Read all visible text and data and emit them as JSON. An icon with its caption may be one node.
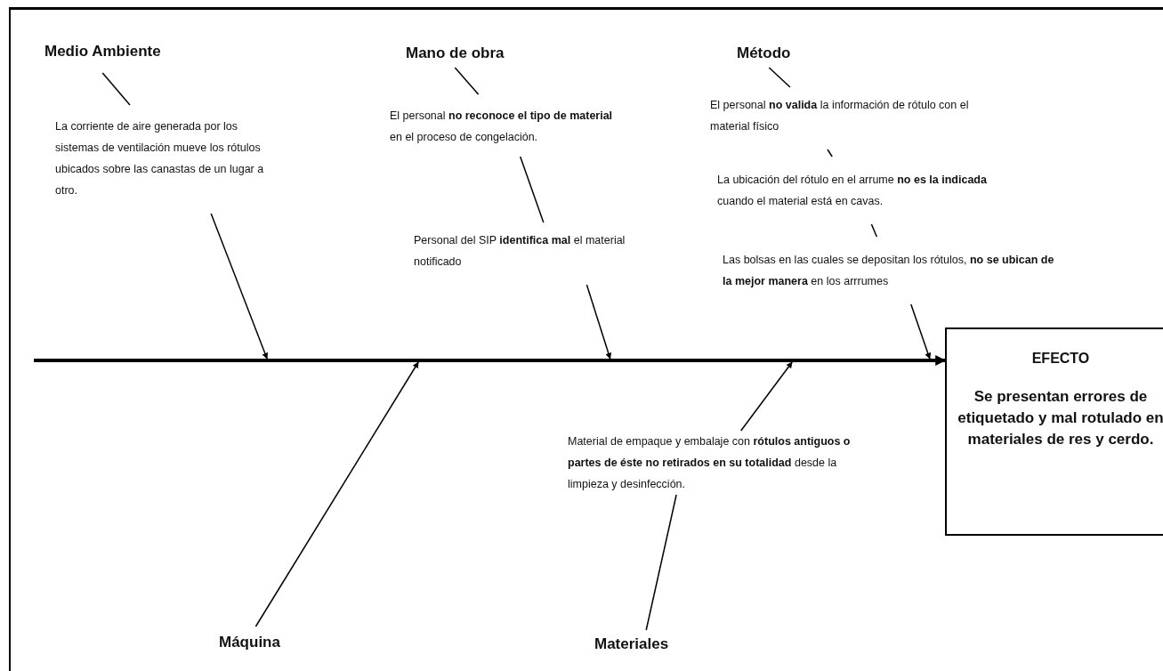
{
  "diagram": {
    "nodes": [
      {
        "text": [
          "Medio Ambiente"
        ]
      },
      {
        "text": [
          "La corriente de aire generada por los sistemas de ventilación mueve los rótulos ubicados sobre las canastas de un lugar a otro."
        ]
      },
      {
        "text": [
          "Mano de obra"
        ]
      },
      {
        "text": [
          "El personal **no reconoce el tipo de material** en el proceso de congelación."
        ]
      },
      {
        "text": [
          "Personal del SIP **identifica mal** el material notificado"
        ]
      },
      {
        "text": [
          "Método"
        ]
      },
      {
        "text": [
          "El personal **no valida** la información de rótulo con el material físico"
        ]
      },
      {
        "text": [
          "La ubicación del rótulo en el arrume **no es la indicada** cuando el material está en cavas."
        ]
      },
      {
        "text": [
          "Las bolsas en las cuales se depositan los rótulos, **no se ubican de la mejor manera** en los arrrumes"
        ]
      },
      {
        "text": [
          "Máquina"
        ]
      },
      {
        "text": [
          "Material de empaque y embalaje con **rótulos antiguos o partes de éste no retirados en su totalidad** desde la limpieza y desinfección."
        ]
      },
      {
        "text": [
          "Materiales"
        ]
      },
      {
        "text": [],
        "shape": "bar"
      },
      {
        "text": [
          "EFECTO",
          "Se presentan errores de etiquetado y mal rotulado en materiales de res y cerdo."
        ]
      }
    ],
    "edges": [
      {
        "from": 0,
        "to": 1,
        "arrow": "none"
      },
      {
        "from": 1,
        "to": 12,
        "arrow": "to"
      },
      {
        "from": 2,
        "to": 3,
        "arrow": "none"
      },
      {
        "from": 3,
        "to": 4,
        "arrow": "none"
      },
      {
        "from": 4,
        "to": 12,
        "arrow": "to"
      },
      {
        "from": 5,
        "to": 6,
        "arrow": "none"
      },
      {
        "from": 6,
        "to": 7,
        "arrow": "none"
      },
      {
        "from": 7,
        "to": 8,
        "arrow": "none"
      },
      {
        "from": 8,
        "to": 12,
        "arrow": "to"
      },
      {
        "from": 9,
        "to": 12,
        "arrow": "to"
      },
      {
        "from": 10,
        "to": 12,
        "arrow": "to"
      },
      {
        "from": 11,
        "to": 10,
        "arrow": "none"
      },
      {
        "from": 12,
        "to": 13,
        "arrow": "to",
        "style": "thick"
      }
    ]
  }
}
